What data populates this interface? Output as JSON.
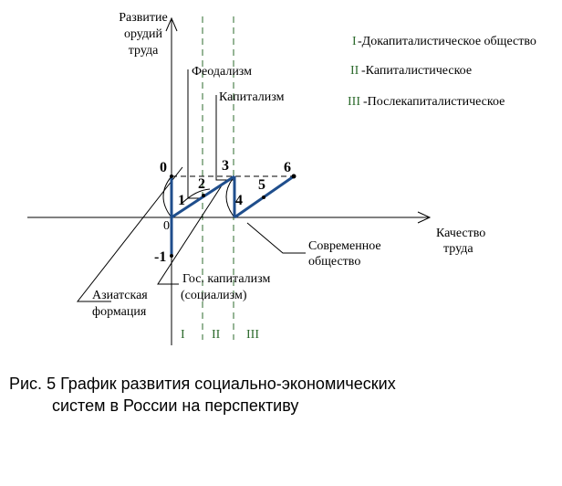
{
  "axes": {
    "y_label": [
      "Развитие",
      "орудий",
      "труда"
    ],
    "x_label": [
      "Качество",
      "труда"
    ]
  },
  "points": {
    "p0": "0",
    "p1": "1",
    "p2": "2",
    "p3": "3",
    "p4": "4",
    "p5": "5",
    "p6": "6",
    "origin": "0",
    "minus1": "-1"
  },
  "labels": {
    "feudalism": "Феодализм",
    "capitalism": "Капитализм",
    "modern": [
      "Современное",
      "общество"
    ],
    "state_cap": [
      "Гос. капитализм",
      "(социализм)"
    ],
    "asian": [
      "Азиатская",
      "формация"
    ]
  },
  "zones": [
    "I",
    "II",
    "III"
  ],
  "legend": [
    {
      "mark": "I",
      "text": "-Докапиталистическое общество"
    },
    {
      "mark": "II",
      "text": "-Капиталистическое"
    },
    {
      "mark": "III",
      "text": "-Послекапиталистическое"
    }
  ],
  "caption": [
    "Рис. 5 График развития социально-экономических",
    "систем в России на перспективу"
  ],
  "colors": {
    "path": "#1f4e8c",
    "zone": "#2e6b2e"
  }
}
